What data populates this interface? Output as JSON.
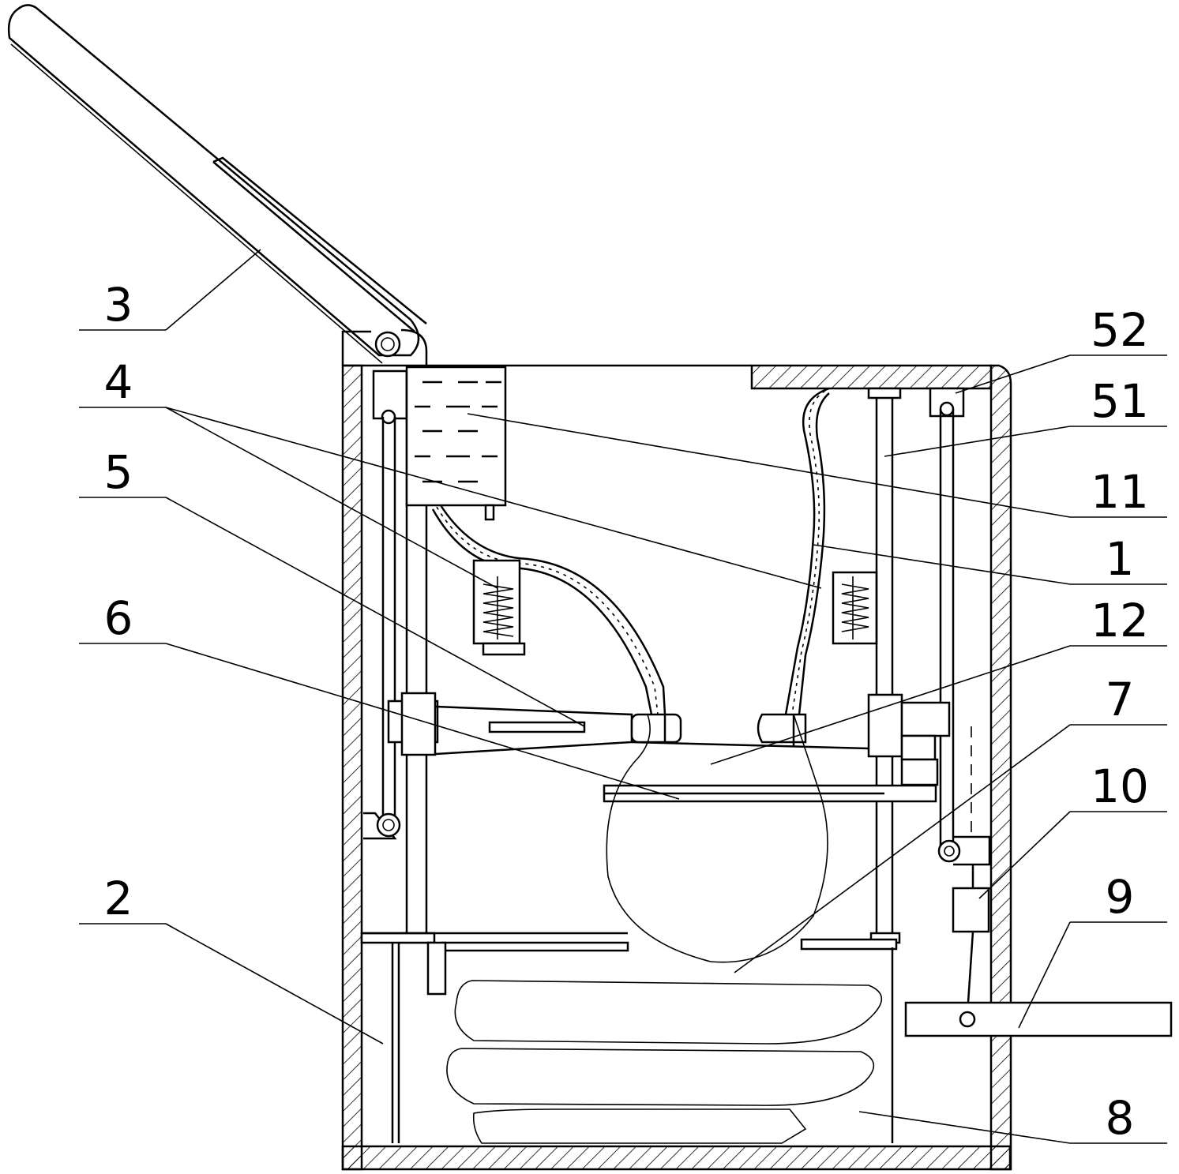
{
  "labels": {
    "l3": "3",
    "l4": "4",
    "l5": "5",
    "l6": "6",
    "l2": "2",
    "l52": "52",
    "l51": "51",
    "l11": "11",
    "l1": "1",
    "l12": "12",
    "l7": "7",
    "l10": "10",
    "l9": "9",
    "l8": "8"
  }
}
